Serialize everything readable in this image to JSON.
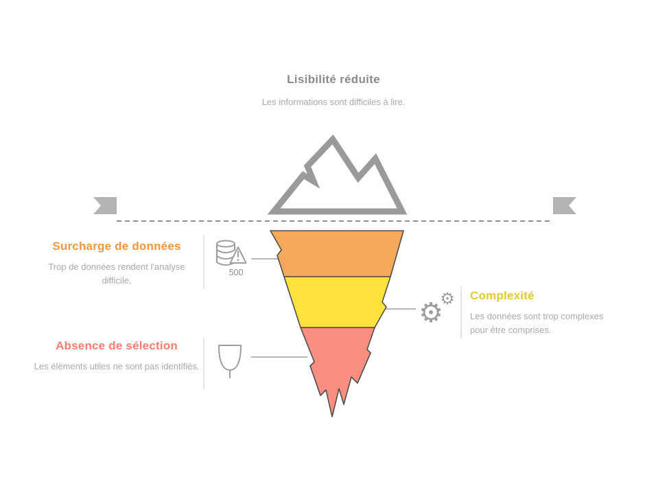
{
  "header": {
    "title": "Lisibilité réduite",
    "description": "Les informations sont difficiles à lire."
  },
  "sections": {
    "overload": {
      "label": "Surcharge de données",
      "description": "Trop de données rendent l'analyse difficile.",
      "band_color": "#F7A75A",
      "label_color": "#F2973D",
      "icon": "database-alert-icon",
      "badge": "500"
    },
    "complexity": {
      "label": "Complexité",
      "description": "Les données sont trop complexes pour être comprises.",
      "band_color": "#FFE23C",
      "label_color": "#E0CB2A",
      "icon": "gears-icon"
    },
    "selection": {
      "label": "Absence de sélection",
      "description": "Les éléments utiles ne sont pas identifiés.",
      "band_color": "#FA8E80",
      "label_color": "#F87E6F",
      "icon": "cup-icon"
    }
  },
  "icons": {
    "gear_glyph": "⚙"
  },
  "palette": {
    "title_text": "#8A8A8A",
    "body_text": "#A9A9A9",
    "icon_gray": "#9E9E9E",
    "mountain_gray": "#9A9A9A",
    "waterline_gray": "#909090",
    "band_outline": "#4D4D4D",
    "flag_fill": "#B3B3B3"
  }
}
